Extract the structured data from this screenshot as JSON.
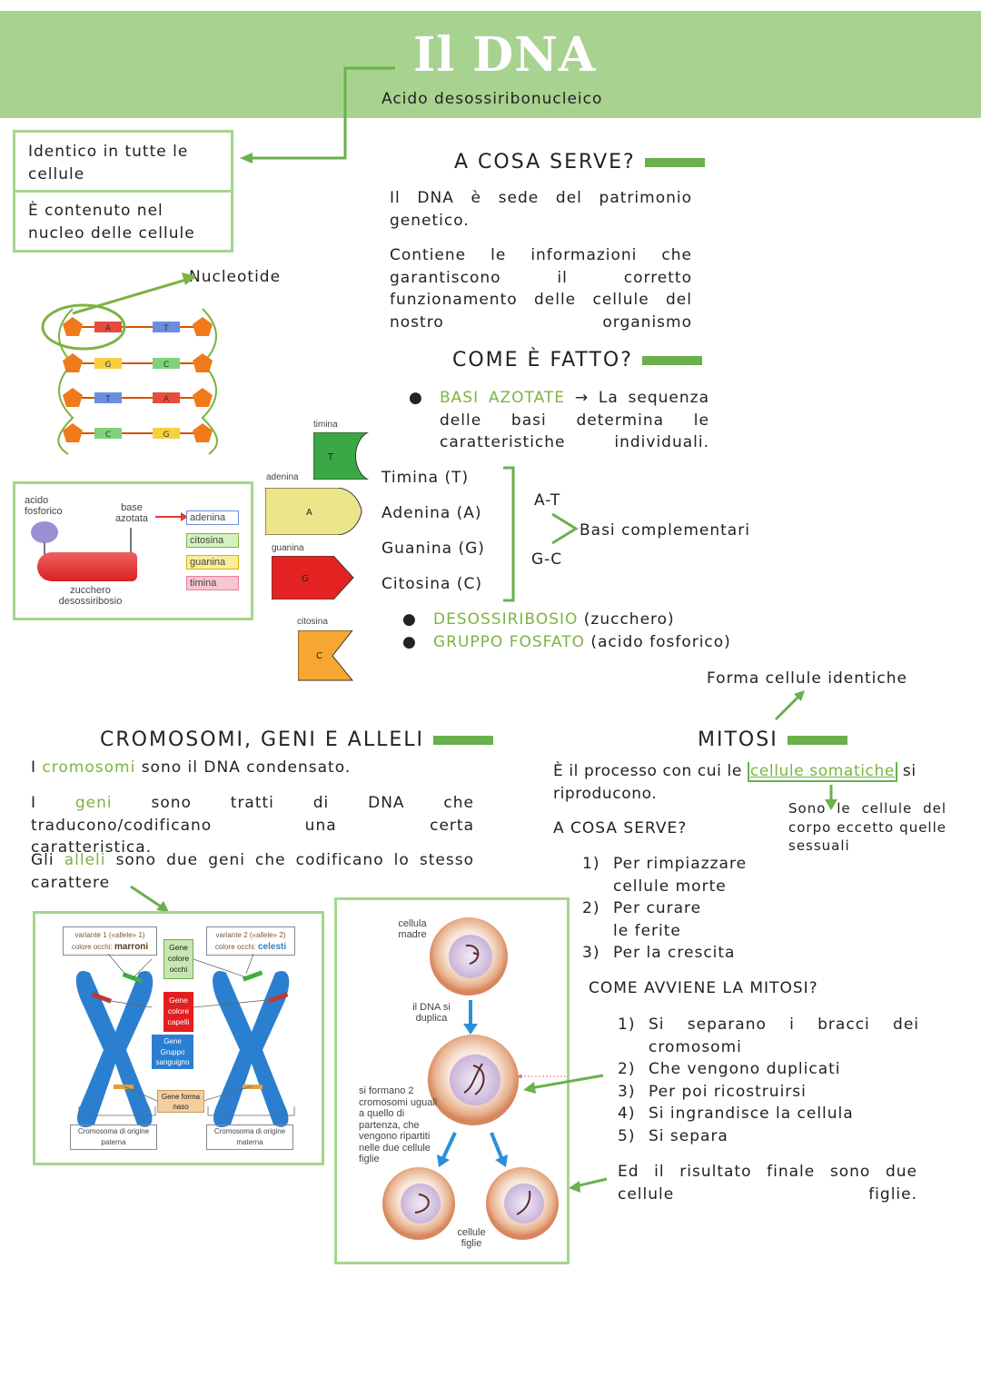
{
  "header": {
    "title": "Il DNA",
    "subtitle": "Acido desossiribonucleico",
    "bg": "#a8d28f"
  },
  "left_boxes": [
    "Identico in tutte le cellule",
    "È contenuto nel nucleo delle cellule"
  ],
  "nucleotide_label": "Nucleotide",
  "cosa_serve": {
    "heading": "A COSA SERVE?",
    "p1": "Il DNA è sede del patrimonio genetico.",
    "p2": "Contiene le informazioni che garantiscono il corretto funzionamento delle cellule del nostro organismo"
  },
  "come_fatto": {
    "heading": "COME È FATTO?",
    "basi_term": "BASI AZOTATE",
    "basi_desc": "→ La sequenza delle basi determina le caratteristiche individuali.",
    "bases": [
      "Timina (T)",
      "Adenina (A)",
      "Guanina (G)",
      "Citosina (C)"
    ],
    "pair_at": "A-T",
    "pair_gc": "G-C",
    "complementary": "Basi complementari",
    "bullet2_term": "DESOSSIRIBOSIO",
    "bullet2_desc": "(zucchero)",
    "bullet3_term": "GRUPPO FOSFATO",
    "bullet3_desc": "(acido fosforico)"
  },
  "base_shapes": {
    "timina": "timina",
    "adenina": "adenina",
    "guanina": "guanina",
    "citosina": "citosina",
    "T": "T",
    "A": "A",
    "G": "G",
    "C": "C"
  },
  "nucleotide_diagram": {
    "acido": "acido fosforico",
    "base": "base azotata",
    "zucchero": "zucchero desossiribosio",
    "tags": [
      "adenina",
      "citosina",
      "guanina",
      "timina"
    ]
  },
  "ladder": [
    [
      "A",
      "T"
    ],
    [
      "G",
      "C"
    ],
    [
      "T",
      "A"
    ],
    [
      "C",
      "G"
    ]
  ],
  "cromosomi": {
    "heading": "CROMOSOMI, GENI E ALLELI",
    "p1_pre": "I ",
    "p1_term": "cromosomi",
    "p1_post": " sono il DNA condensato.",
    "p2_pre": "I ",
    "p2_term": "geni",
    "p2_post": " sono tratti di DNA che traducono/codificano una certa caratteristica.",
    "p3_pre": "Gli ",
    "p3_term": "alleli",
    "p3_post": " sono due geni che codificano lo stesso carattere"
  },
  "chromo_fig": {
    "v1_a": "variante 1 («allele» 1)",
    "v1_b": "colore occhi: ",
    "v1_c": "marroni",
    "v2_a": "variante 2 («allele» 2)",
    "v2_b": "colore occhi: ",
    "v2_c": "celesti",
    "g1": "Gene colore occhi",
    "g2": "Gene colore capelli",
    "g3": "Gene Gruppo sanguigno",
    "g4": "Gene forma naso",
    "c1": "Cromosoma di origine paterna",
    "c2": "Cromosoma di origine materna"
  },
  "mitosi_fig": {
    "madre": "cellula madre",
    "duplica": "il DNA si duplica",
    "formano": "si formano 2 cromosomi uguali a quello di partenza, che vengono ripartiti nelle due cellule figlie",
    "figlie": "cellule figlie"
  },
  "mitosi": {
    "forma": "Forma cellule identiche",
    "heading": "MITOSI",
    "p1_pre": "È il processo con cui le ",
    "p1_term": "cellule somatiche",
    "p1_post": " si riproducono.",
    "note": "Sono le cellule del corpo eccetto quelle sessuali",
    "cosa_serve": "A COSA SERVE?",
    "uses": [
      [
        "1)",
        "Per rimpiazzare cellule morte"
      ],
      [
        "2)",
        "Per curare le ferite"
      ],
      [
        "3)",
        "Per la crescita"
      ]
    ],
    "come_avviene": "COME AVVIENE LA MITOSI?",
    "steps": [
      [
        "1)",
        "Si separano i bracci dei cromosomi"
      ],
      [
        "2)",
        "Che vengono duplicati"
      ],
      [
        "3)",
        "Per poi ricostruirsi"
      ],
      [
        "4)",
        "Si ingrandisce la cellula"
      ],
      [
        "5)",
        "Si separa"
      ]
    ],
    "result": "Ed il risultato finale sono due cellule figlie."
  }
}
